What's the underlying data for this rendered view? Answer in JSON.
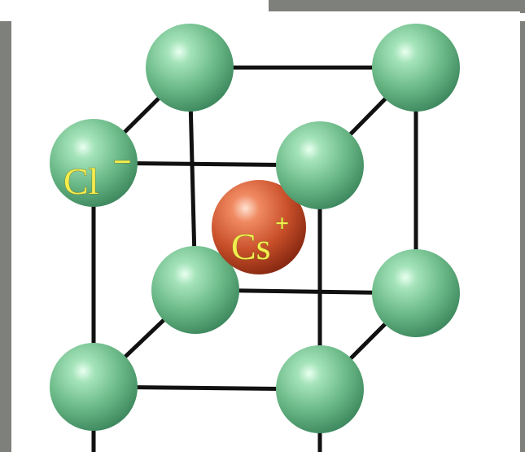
{
  "diagram": {
    "ions": [
      {
        "name": "chloride",
        "label": "Cl",
        "charge": "−",
        "color": "#6fb98a"
      },
      {
        "name": "cesium",
        "label": "Cs",
        "charge": "+",
        "color": "#c9502a"
      }
    ]
  }
}
